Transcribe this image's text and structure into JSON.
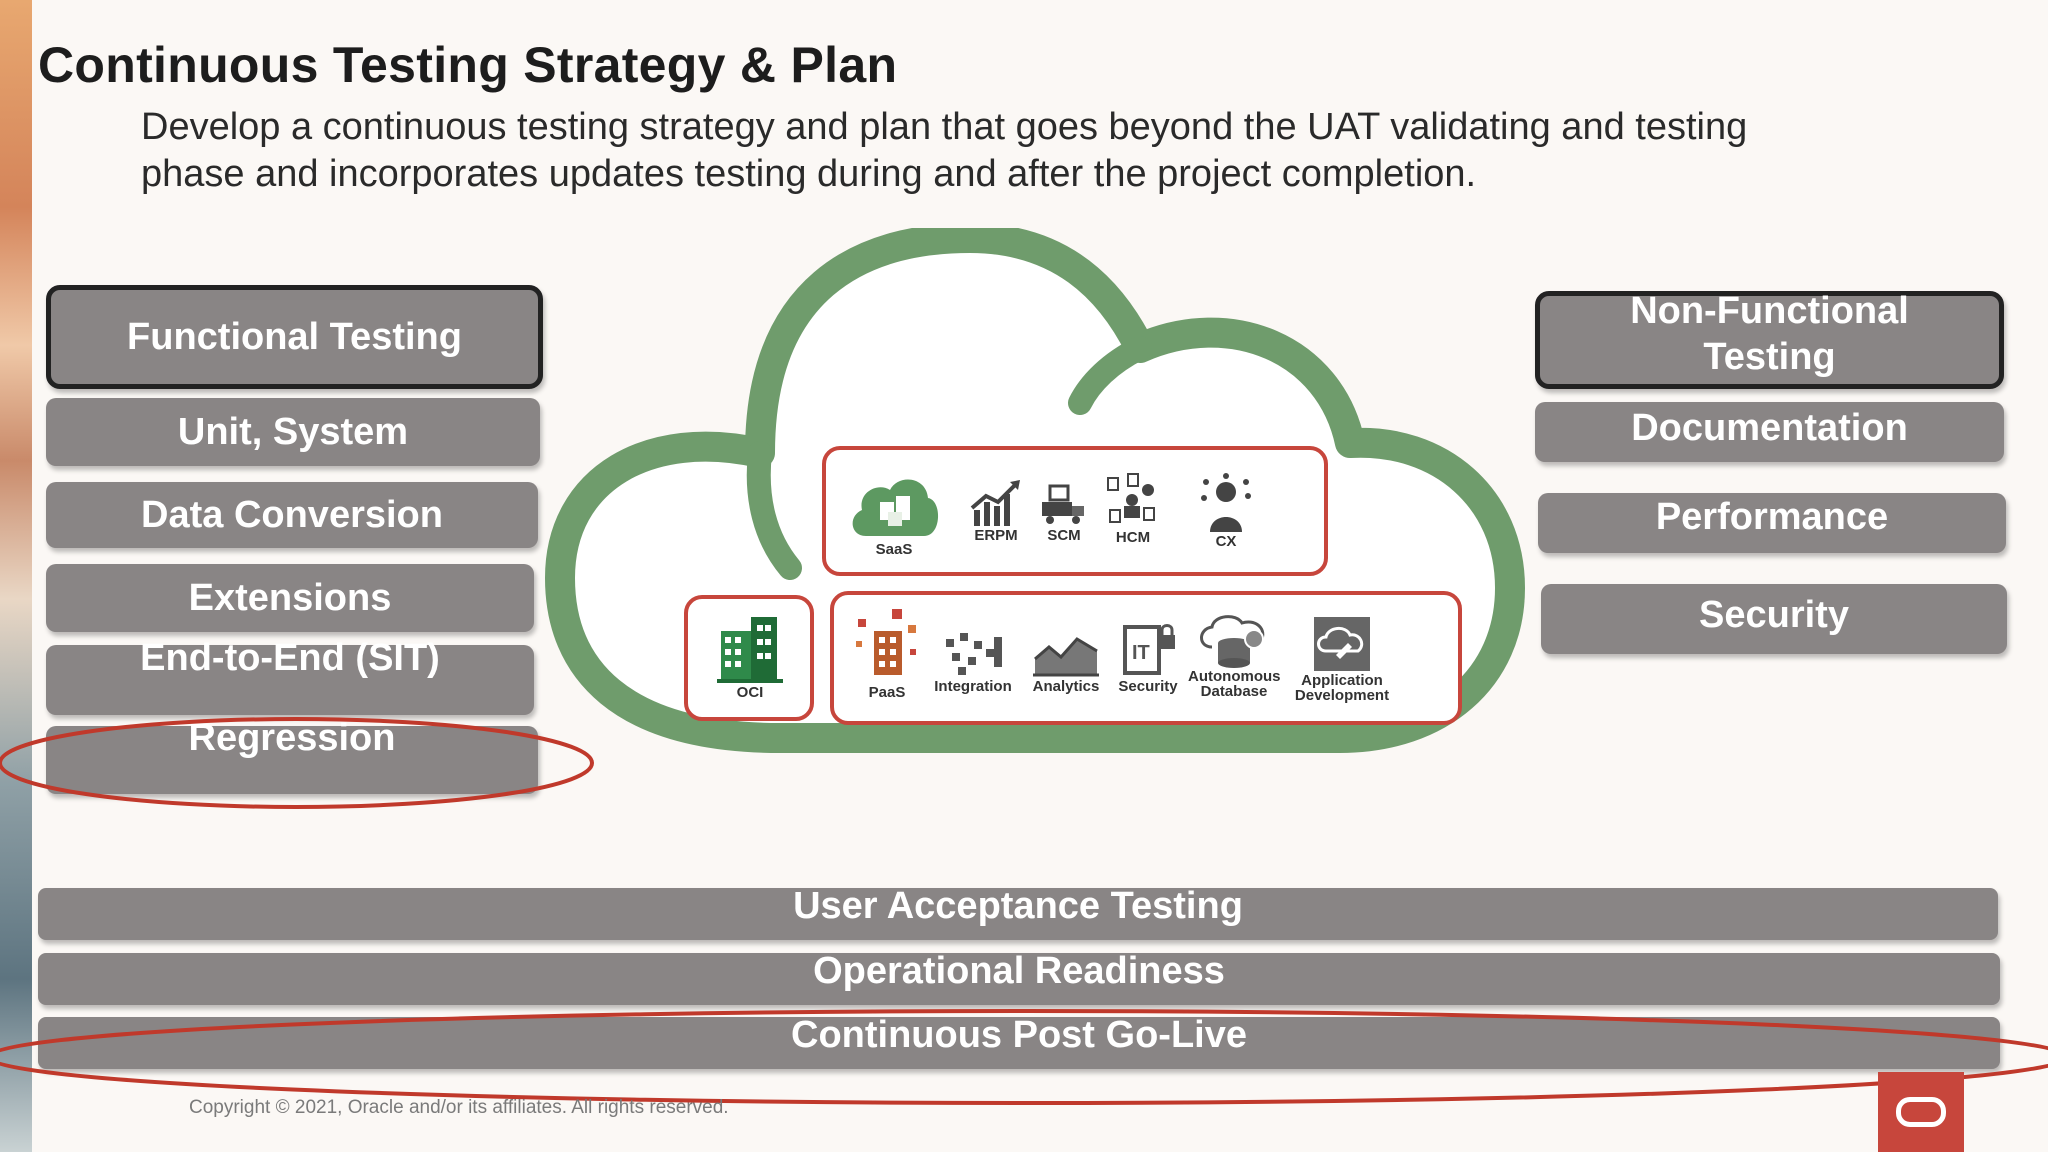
{
  "slide": {
    "title": "Continuous Testing Strategy & Plan",
    "subtitle_line1": "Develop a continuous testing strategy and plan that goes beyond the UAT validating and testing",
    "subtitle_line2": "phase and incorporates updates testing during and after the project completion."
  },
  "functional": {
    "header": "Functional Testing",
    "items": [
      "Unit, System",
      "Data Conversion",
      "Extensions",
      "End-to-End (SIT)",
      "Regression"
    ]
  },
  "non_functional": {
    "header_line1": "Non-Functional",
    "header_line2": "Testing",
    "items": [
      "Documentation",
      "Performance",
      "Security"
    ]
  },
  "cloud": {
    "saas_tiles": [
      {
        "label": "SaaS",
        "icon": "saas-cloud-icon"
      },
      {
        "label": "ERPM",
        "icon": "erpm-chart-icon"
      },
      {
        "label": "SCM",
        "icon": "scm-truck-icon"
      },
      {
        "label": "HCM",
        "icon": "hcm-people-icon"
      },
      {
        "label": "CX",
        "icon": "cx-person-icon"
      }
    ],
    "oci_label": "OCI",
    "paas_tiles": [
      {
        "label": "PaaS",
        "icon": "paas-building-icon"
      },
      {
        "label": "Integration",
        "icon": "integration-icon"
      },
      {
        "label": "Analytics",
        "icon": "analytics-icon"
      },
      {
        "label": "Security",
        "icon": "security-icon"
      },
      {
        "label_line1": "Autonomous",
        "label_line2": "Database",
        "icon": "autonomous-database-icon"
      },
      {
        "label_line1": "Application",
        "label_line2": "Development",
        "icon": "application-development-icon"
      }
    ]
  },
  "phases": [
    "User Acceptance Testing",
    "Operational Readiness",
    "Continuous Post Go-Live"
  ],
  "footer": {
    "copyright": "Copyright © 2021, Oracle and/or its affiliates. All rights reserved."
  },
  "colors": {
    "box_gray": "#898585",
    "cloud_green": "#6f9c6c",
    "oracle_red": "#c7463c",
    "annotation_red": "#c0392b"
  }
}
